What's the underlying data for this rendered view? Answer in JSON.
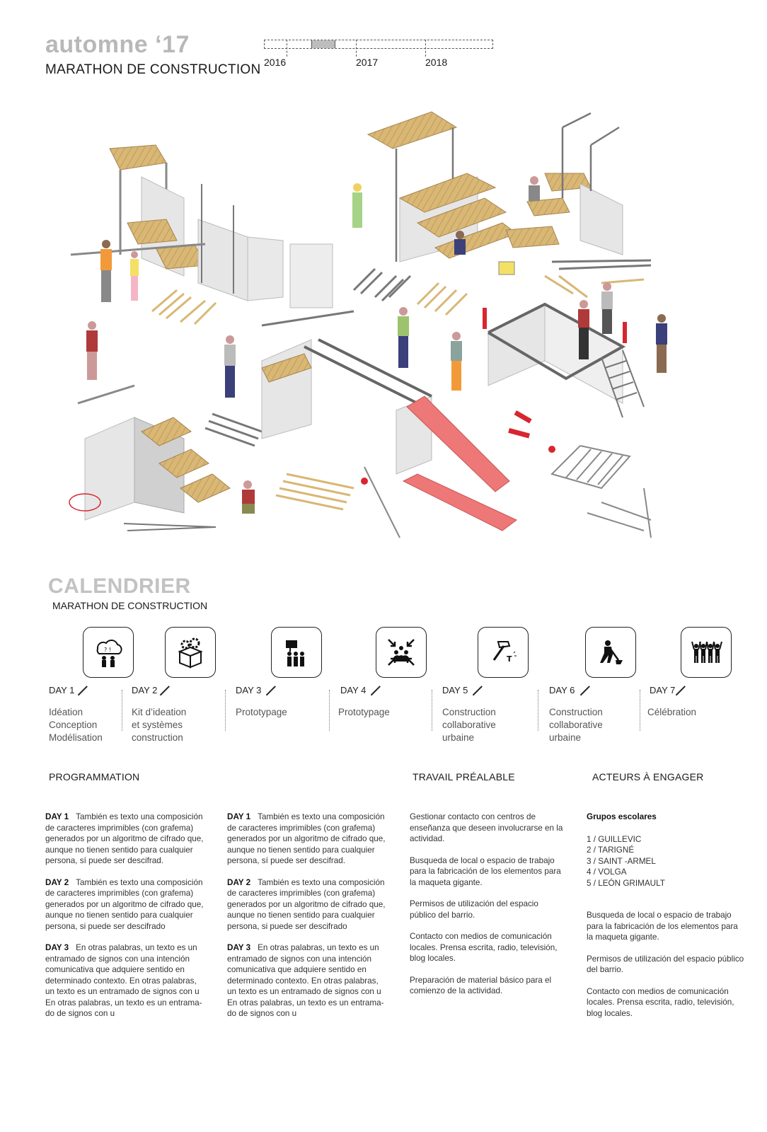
{
  "header": {
    "season": "automne ‘17",
    "title": "MARATHON DE CONSTRUCTION",
    "timeline_years": [
      "2016",
      "2017",
      "2018"
    ]
  },
  "calendar": {
    "title": "CALENDRIER",
    "subtitle": "MARATHON DE CONSTRUCTION",
    "days": [
      {
        "label": "DAY 1",
        "lines": [
          "Idéation",
          "Conception",
          "Modélisation"
        ],
        "icon": "ideation-icon"
      },
      {
        "label": "DAY 2",
        "lines": [
          "Kit d’ideation",
          "et systèmes",
          "construction"
        ],
        "icon": "kit-box-icon"
      },
      {
        "label": "DAY 3",
        "lines": [
          "Prototypage"
        ],
        "icon": "presentation-icon"
      },
      {
        "label": "DAY 4",
        "lines": [
          "Prototypage"
        ],
        "icon": "team-converge-icon"
      },
      {
        "label": "DAY 5",
        "lines": [
          "Construction",
          "collaborative",
          "urbaine"
        ],
        "icon": "hammer-icon"
      },
      {
        "label": "DAY 6",
        "lines": [
          "Construction",
          "collaborative",
          "urbaine"
        ],
        "icon": "worker-shovel-icon"
      },
      {
        "label": "DAY 7",
        "lines": [
          "Célébration"
        ],
        "icon": "celebration-icon"
      }
    ]
  },
  "sections": {
    "programmation": "PROGRAMMATION",
    "travail": "TRAVAIL PRÉALABLE",
    "acteurs": "ACTEURS À ENGAGER"
  },
  "programmation": [
    {
      "day": "DAY 1",
      "text": "También es texto una composición de caracteres imprimibles (con grafema) generados por un algoritmo de cifrado que, aunque no tienen sentido para cualquier persona, sí puede ser descifrad."
    },
    {
      "day": "DAY 2",
      "text": "También es texto una composición de caracteres imprimibles (con grafema) generados por un algoritmo de cifrado que, aunque no tienen sentido para cualquier persona, si puede ser descifrado"
    },
    {
      "day": "DAY 3",
      "text": "En otras palabras, un texto es un entramado de signos con una intención comunicativa que adquiere sentido en determinado contexto.  En otras palabras, un texto es un entramado de signos con u En otras palabras, un texto es un entrama-do de signos con u"
    }
  ],
  "travail": [
    "Gestionar contacto con centros de enseñanza que deseen involucrarse en la actividad.",
    "Busqueda de local o espacio de trabajo para la fabricación de los elementos para la maqueta gigante.",
    "Permisos de utilización del espacio público del barrio.",
    "Contacto con medios de comunicación locales. Prensa escrita, radio, televisión, blog locales.",
    "Preparación de material básico para el comienzo de la actividad."
  ],
  "acteurs": {
    "title": "Grupos escolares",
    "schools": [
      "1 / GUILLEVIC",
      "2 / TARIGNÉ",
      "3 / SAINT -ARMEL",
      "4 / VOLGA",
      "5 / LEÓN GRIMAULT"
    ],
    "notes": [
      "Busqueda de local o espacio de trabajo para la fabricación de los elementos para la maqueta gigante.",
      "Permisos de utilización del espacio público del barrio.",
      "Contacto con medios de comunicación locales. Prensa escrita, radio, televisión, blog locales."
    ]
  },
  "colors": {
    "wood": "#d9b774",
    "wood_dark": "#b8945a",
    "concrete": "#e6e6e6",
    "steel": "#8a8a8a",
    "slide": "#ee7777",
    "accent_red": "#d8262f",
    "title_grey": "#b8b8b8"
  }
}
